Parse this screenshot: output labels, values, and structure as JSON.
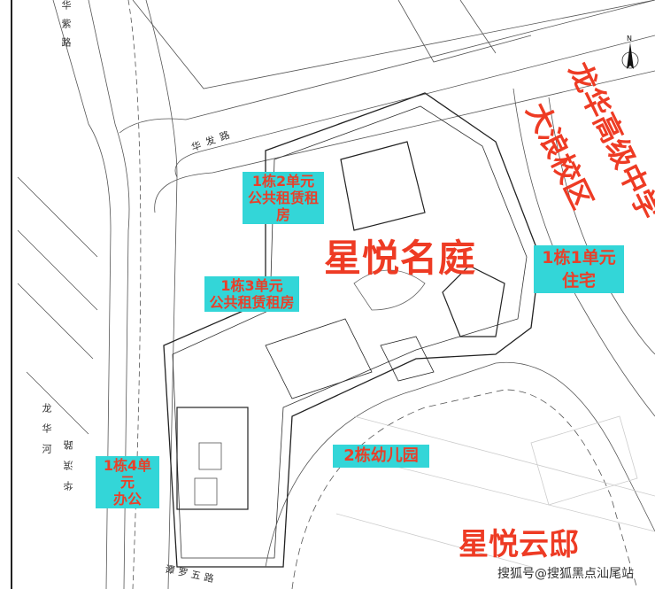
{
  "project_name": "星悦名庭",
  "neighbor_name": "星悦云邸",
  "school": {
    "line1": "龙华高级中学",
    "line2": "大浪校区"
  },
  "labels": [
    {
      "line1": "1栋2单元",
      "line2": "公共租赁租房"
    },
    {
      "line1": "1栋1单元",
      "line2": "住宅"
    },
    {
      "line1": "1栋3单元",
      "line2": "公共租赁租房"
    },
    {
      "line1": "1栋4单元",
      "line2": "办公"
    },
    {
      "line1": "2栋幼儿园"
    }
  ],
  "roads": {
    "huafa": "华发路",
    "huazi": "华紫路",
    "river": "龙华河",
    "binhe": "华滨路",
    "tanluo": "谭罗五路"
  },
  "compass": "N",
  "watermark": "搜狐号@搜狐黑点汕尾站",
  "colors": {
    "label_bg": "#33d6d8",
    "label_text": "#e8402a",
    "title": "#ee3b24"
  }
}
